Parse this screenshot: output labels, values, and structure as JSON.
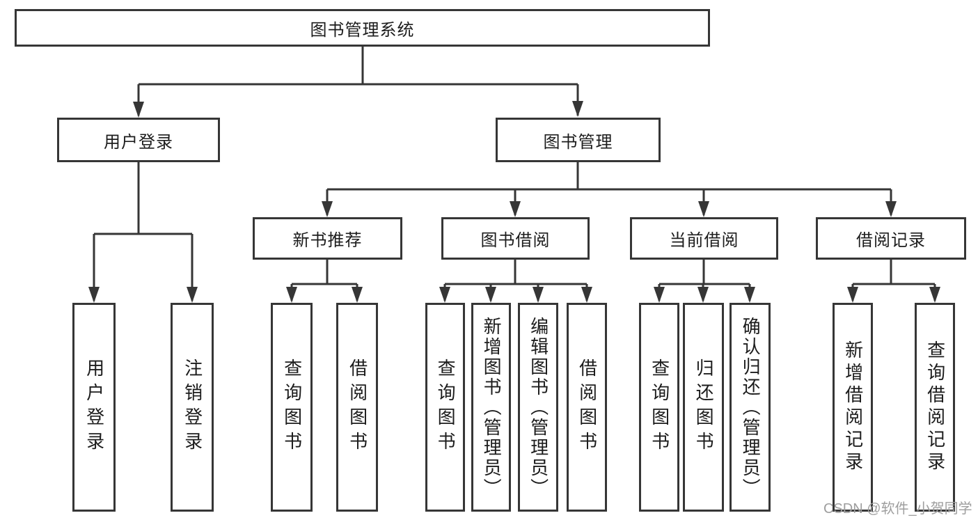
{
  "diagram": {
    "root": {
      "label": "图书管理系统"
    },
    "branches": [
      {
        "label": "用户登录",
        "children": [
          {
            "label": "用户登录"
          },
          {
            "label": "注销登录"
          }
        ]
      },
      {
        "label": "图书管理",
        "children": [
          {
            "label": "新书推荐",
            "children": [
              {
                "label": "查询图书"
              },
              {
                "label": "借阅图书"
              }
            ]
          },
          {
            "label": "图书借阅",
            "children": [
              {
                "label": "查询图书"
              },
              {
                "label": "新增图书（管理员）"
              },
              {
                "label": "编辑图书（管理员）"
              },
              {
                "label": "借阅图书"
              }
            ]
          },
          {
            "label": "当前借阅",
            "children": [
              {
                "label": "查询图书"
              },
              {
                "label": "归还图书"
              },
              {
                "label": "确认归还（管理员）"
              }
            ]
          },
          {
            "label": "借阅记录",
            "children": [
              {
                "label": "新增借阅记录"
              },
              {
                "label": "查询借阅记录"
              }
            ]
          }
        ]
      }
    ]
  },
  "colors": {
    "line": "#363636",
    "box_border": "#363636",
    "text": "#1c1c1c",
    "watermark": "#9e9e9e",
    "background": "#ffffff"
  },
  "watermark": {
    "text": "CSDN @软件_小贺同学"
  }
}
